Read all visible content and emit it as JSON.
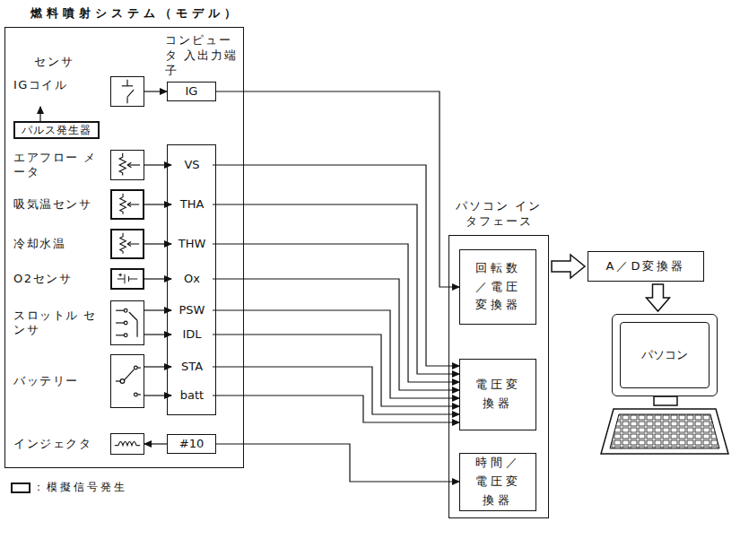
{
  "diagram": {
    "title": "燃料噴射システム（モデル）",
    "nodes": [
      {
        "text": [
          "センサ",
          "コンピュータ 入出力端子"
        ]
      },
      {
        "text": [
          "IGコイル"
        ],
        "in": 0
      },
      {
        "text": [
          "パルス発生器"
        ],
        "in": 0
      },
      {
        "text": [
          "エアフロー メータ"
        ],
        "in": 0
      },
      {
        "text": [
          "吸気温センサ"
        ],
        "in": 0
      },
      {
        "text": [
          "冷却水温"
        ],
        "in": 0
      },
      {
        "text": [
          "O2センサ"
        ],
        "in": 0
      },
      {
        "text": [
          "スロットル センサ"
        ],
        "in": 0
      },
      {
        "text": [
          "バッテリー"
        ],
        "in": 0
      },
      {
        "text": [
          "インジェクタ"
        ],
        "in": 0
      },
      {
        "text": [
          "IG"
        ],
        "in": 0
      },
      {
        "text": [
          "VS"
        ],
        "in": 0
      },
      {
        "text": [
          "THA"
        ],
        "in": 0
      },
      {
        "text": [
          "THW"
        ],
        "in": 0
      },
      {
        "text": [
          "Ox"
        ],
        "in": 0
      },
      {
        "text": [
          "PSW"
        ],
        "in": 0
      },
      {
        "text": [
          "IDL"
        ],
        "in": 0
      },
      {
        "text": [
          "STA"
        ],
        "in": 0
      },
      {
        "text": [
          "batt"
        ],
        "in": 0
      },
      {
        "text": [
          "#10"
        ],
        "in": 0
      },
      {
        "text": [
          "パソコン インタフェース"
        ]
      },
      {
        "text": [
          "回転数／電圧変換器"
        ],
        "in": 20
      },
      {
        "text": [
          "電圧変換器"
        ],
        "in": 20
      },
      {
        "text": [
          "時間／電圧変換器"
        ],
        "in": 20
      },
      {
        "text": [
          "A／D変換器"
        ]
      },
      {
        "text": [
          "パソコン"
        ]
      }
    ],
    "edges": [
      {
        "from": 2,
        "to": 1,
        "arrow": "to"
      },
      {
        "from": 1,
        "to": 10,
        "arrow": "to"
      },
      {
        "from": 3,
        "to": 11,
        "arrow": "to"
      },
      {
        "from": 4,
        "to": 12,
        "arrow": "to"
      },
      {
        "from": 5,
        "to": 13,
        "arrow": "to"
      },
      {
        "from": 6,
        "to": 14,
        "arrow": "to"
      },
      {
        "from": 7,
        "to": 15,
        "arrow": "to"
      },
      {
        "from": 7,
        "to": 16,
        "arrow": "to"
      },
      {
        "from": 8,
        "to": 17,
        "arrow": "to"
      },
      {
        "from": 8,
        "to": 18,
        "arrow": "to"
      },
      {
        "from": 19,
        "to": 9,
        "arrow": "to"
      },
      {
        "from": 10,
        "to": 21,
        "arrow": "to"
      },
      {
        "from": 11,
        "to": 22,
        "arrow": "to"
      },
      {
        "from": 12,
        "to": 22,
        "arrow": "to"
      },
      {
        "from": 13,
        "to": 22,
        "arrow": "to"
      },
      {
        "from": 14,
        "to": 22,
        "arrow": "to"
      },
      {
        "from": 15,
        "to": 22,
        "arrow": "to"
      },
      {
        "from": 16,
        "to": 22,
        "arrow": "to"
      },
      {
        "from": 17,
        "to": 22,
        "arrow": "to"
      },
      {
        "from": 18,
        "to": 22,
        "arrow": "to"
      },
      {
        "from": 19,
        "to": 23,
        "arrow": "to"
      },
      {
        "from": 20,
        "to": 24,
        "arrow": "to"
      },
      {
        "from": 24,
        "to": 25,
        "arrow": "to"
      }
    ],
    "legend": [
      {
        "text": "：模擬信号発生"
      }
    ]
  }
}
